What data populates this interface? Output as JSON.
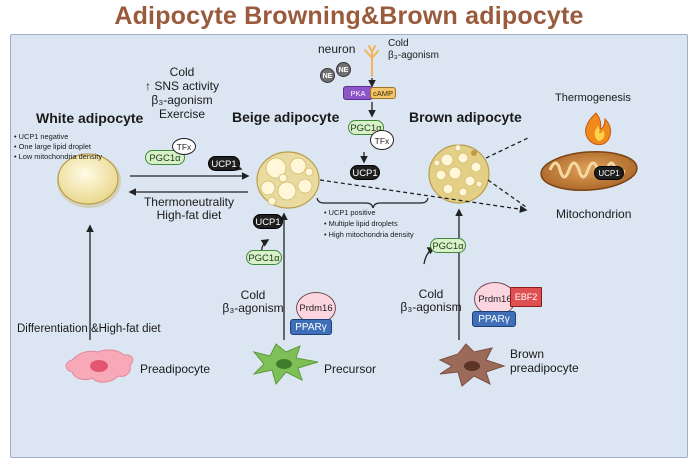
{
  "title": "Adipocyte Browning&Brown adipocyte",
  "white": {
    "heading": "White adipocyte",
    "features": [
      "UCP1 negative",
      "One large lipid droplet",
      "Low mitochondria density"
    ]
  },
  "beige": {
    "heading": "Beige adipocyte",
    "features": [
      "UCP1 positive",
      "Multiple lipid droplets",
      "High mitochondria density"
    ]
  },
  "brown": {
    "heading": "Brown adipocyte"
  },
  "stimuli": {
    "cold": "Cold",
    "sns": "↑ SNS activity",
    "agonism": "β₃-agonism",
    "exercise": "Exercise"
  },
  "reverse": {
    "line1": "Thermoneutrality",
    "line2": "High-fat diet"
  },
  "neuron": {
    "label": "neuron",
    "cold": "Cold",
    "agonism": "β₃-agonism"
  },
  "molecules": {
    "ne": "NE",
    "pka": "PKA",
    "camp": "cAMP",
    "pgc": "PGC1α",
    "tfx": "TFx",
    "ucp1": "UCP1",
    "prdm16": "Prdm16",
    "ppar": "PPARγ",
    "ebf2": "EBF2"
  },
  "induction": {
    "cold": "Cold",
    "agonism": "β₃-agonism"
  },
  "thermo": {
    "label": "Thermogenesis",
    "mito": "Mitochondrion"
  },
  "differentiation": "Differentiation &High-fat diet",
  "cells": {
    "preadipocyte": "Preadipocyte",
    "precursor": "Precursor",
    "brown_pre_1": "Brown",
    "brown_pre_2": "preadipocyte"
  },
  "colors": {
    "title": "#9a5a3c",
    "panel": "#dce6f3",
    "pgc_fill": "#d9f0c9",
    "pgc_border": "#3c8a3a",
    "prdm16": "#fbd6e0",
    "ppar": "#3e6fb8",
    "ebf2": "#e05050",
    "fat": "#f6edc0",
    "preadipocyte": "#f7a9b8",
    "precursor": "#7fbf57",
    "brown_preadipocyte": "#9b6a58"
  }
}
